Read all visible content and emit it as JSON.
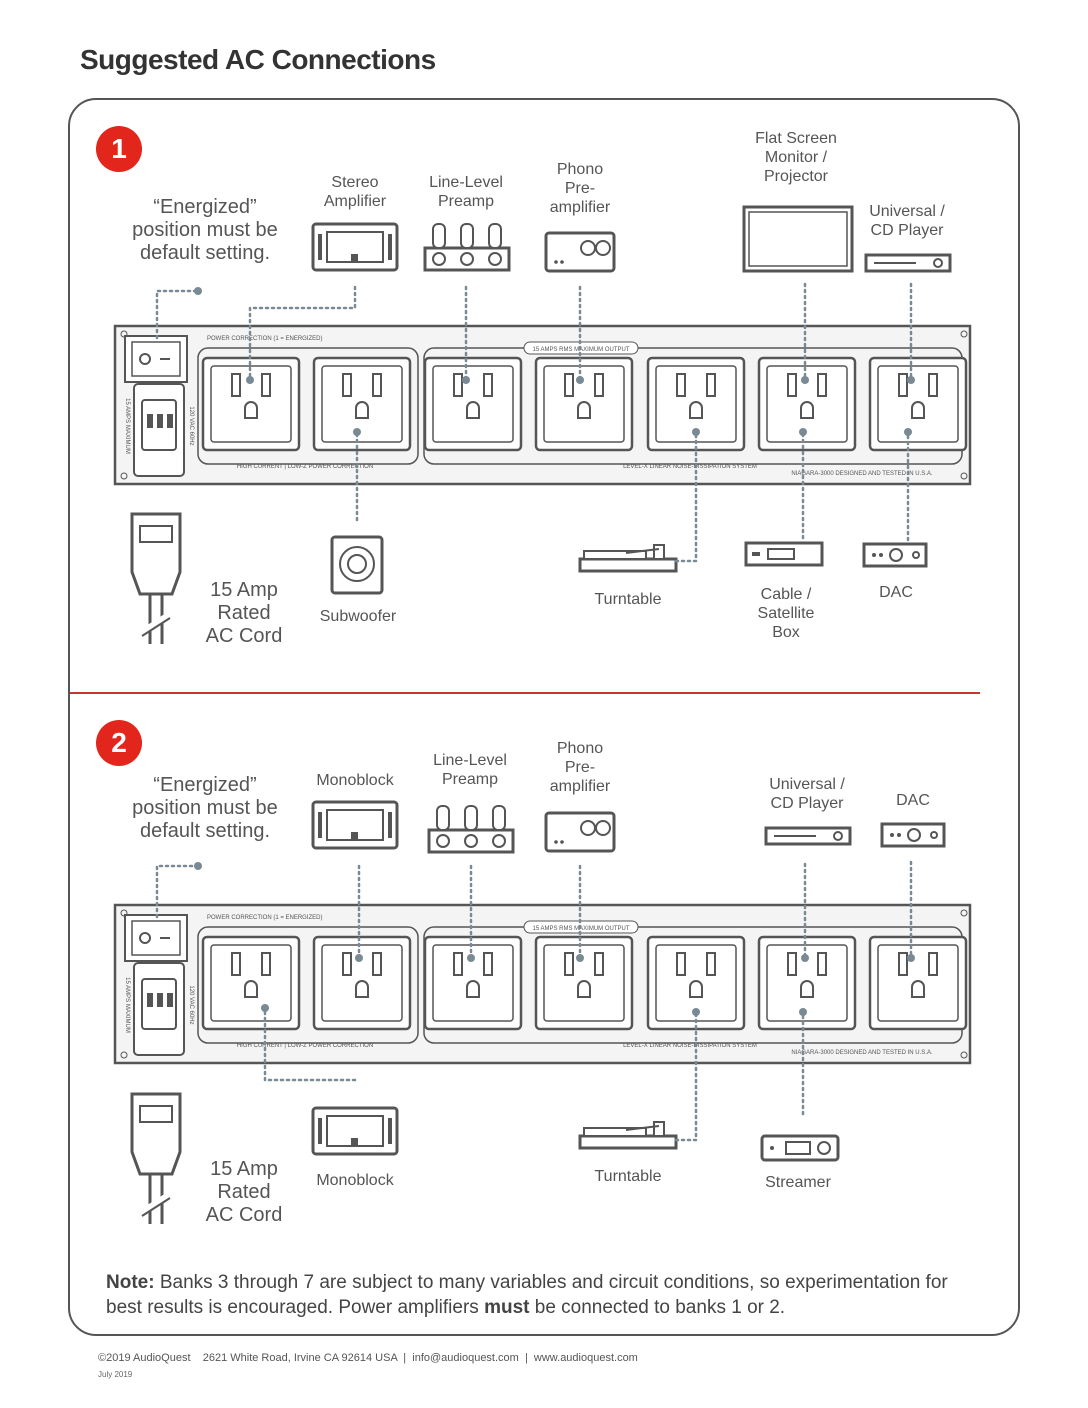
{
  "title": "Suggested AC Connections",
  "section1": {
    "number": "1",
    "energized_note": "“Energized”\nposition must be\ndefault setting.",
    "top_devices": [
      "Stereo\nAmplifier",
      "Line-Level\nPreamp",
      "Phono\nPre-\namplifier",
      "Flat Screen\nMonitor /\nProjector",
      "Universal /\nCD Player"
    ],
    "bottom_devices": [
      "Subwoofer",
      "Turntable",
      "Cable /\nSatellite\nBox",
      "DAC"
    ],
    "cord_label": "15 Amp\nRated\nAC Cord"
  },
  "section2": {
    "number": "2",
    "energized_note": "“Energized”\nposition must be\ndefault setting.",
    "top_devices": [
      "Monoblock",
      "Line-Level\nPreamp",
      "Phono\nPre-\namplifier",
      "Universal /\nCD Player",
      "DAC"
    ],
    "bottom_devices": [
      "Monoblock",
      "Turntable",
      "Streamer"
    ],
    "cord_label": "15 Amp\nRated\nAC Cord"
  },
  "strip": {
    "power_correction": "POWER CORRECTION (1 = ENERGIZED)",
    "max_output": "15 AMPS RMS MAXIMUM OUTPUT",
    "high_current": "HIGH CURRENT | LOW-Z POWER CORRECTION",
    "level_x": "LEVEL-X LINEAR NOISE-DISSIPATION SYSTEM",
    "niagara": "NIAGARA-3000 DESIGNED AND TESTED IN U.S.A.",
    "amps_max": "15 AMPS MAXIMUM",
    "vac": "120 VAC 60Hz"
  },
  "note": {
    "lead": "Note:",
    "text1": " Banks 3 through 7 are subject to many variables and circuit conditions, so experimentation for best results is encouraged.  Power amplifiers ",
    "bold": "must",
    "text2": " be connected to banks 1 or 2."
  },
  "footer": "©2019 AudioQuest    2621 White Road, Irvine CA 92614 USA  |  info@audioquest.com  |  www.audioquest.com",
  "footer_date": "July 2019",
  "colors": {
    "accent": "#e2261c",
    "line": "#555555",
    "dotted": "#7a8a94"
  }
}
